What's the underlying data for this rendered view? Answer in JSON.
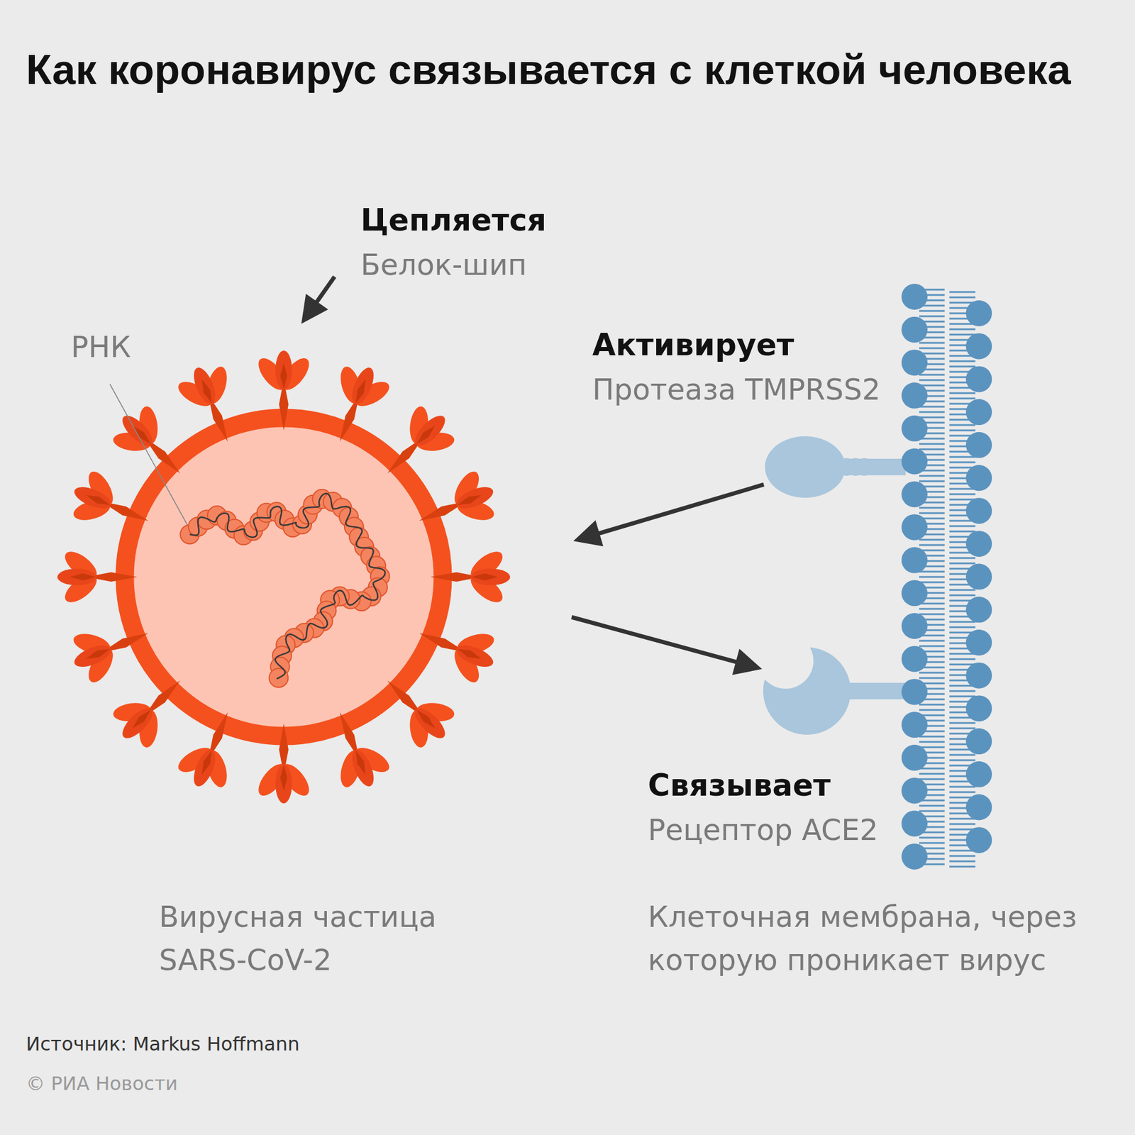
{
  "diagram": {
    "title": "Как коронавирус связывается с клеткой человека",
    "nodes": [
      {
        "text": [
          "Вирусная частица SARS-CoV-2"
        ]
      },
      {
        "text": [
          "Активирует",
          "Протеаза TMPRSS2"
        ]
      },
      {
        "text": [
          "Связывает",
          "Рецептор ACE2"
        ]
      },
      {
        "text": [
          "Клеточная мембрана, через которую проникает вирус"
        ]
      }
    ],
    "edges": [
      {
        "from": 1,
        "to": 0,
        "arrow": "to"
      },
      {
        "from": 0,
        "to": 2,
        "arrow": "to"
      }
    ],
    "labels": [
      "Цепляется",
      "Белок-шип",
      "РНК",
      "Источник: Markus Hoffmann",
      "© РИА Новости"
    ]
  }
}
